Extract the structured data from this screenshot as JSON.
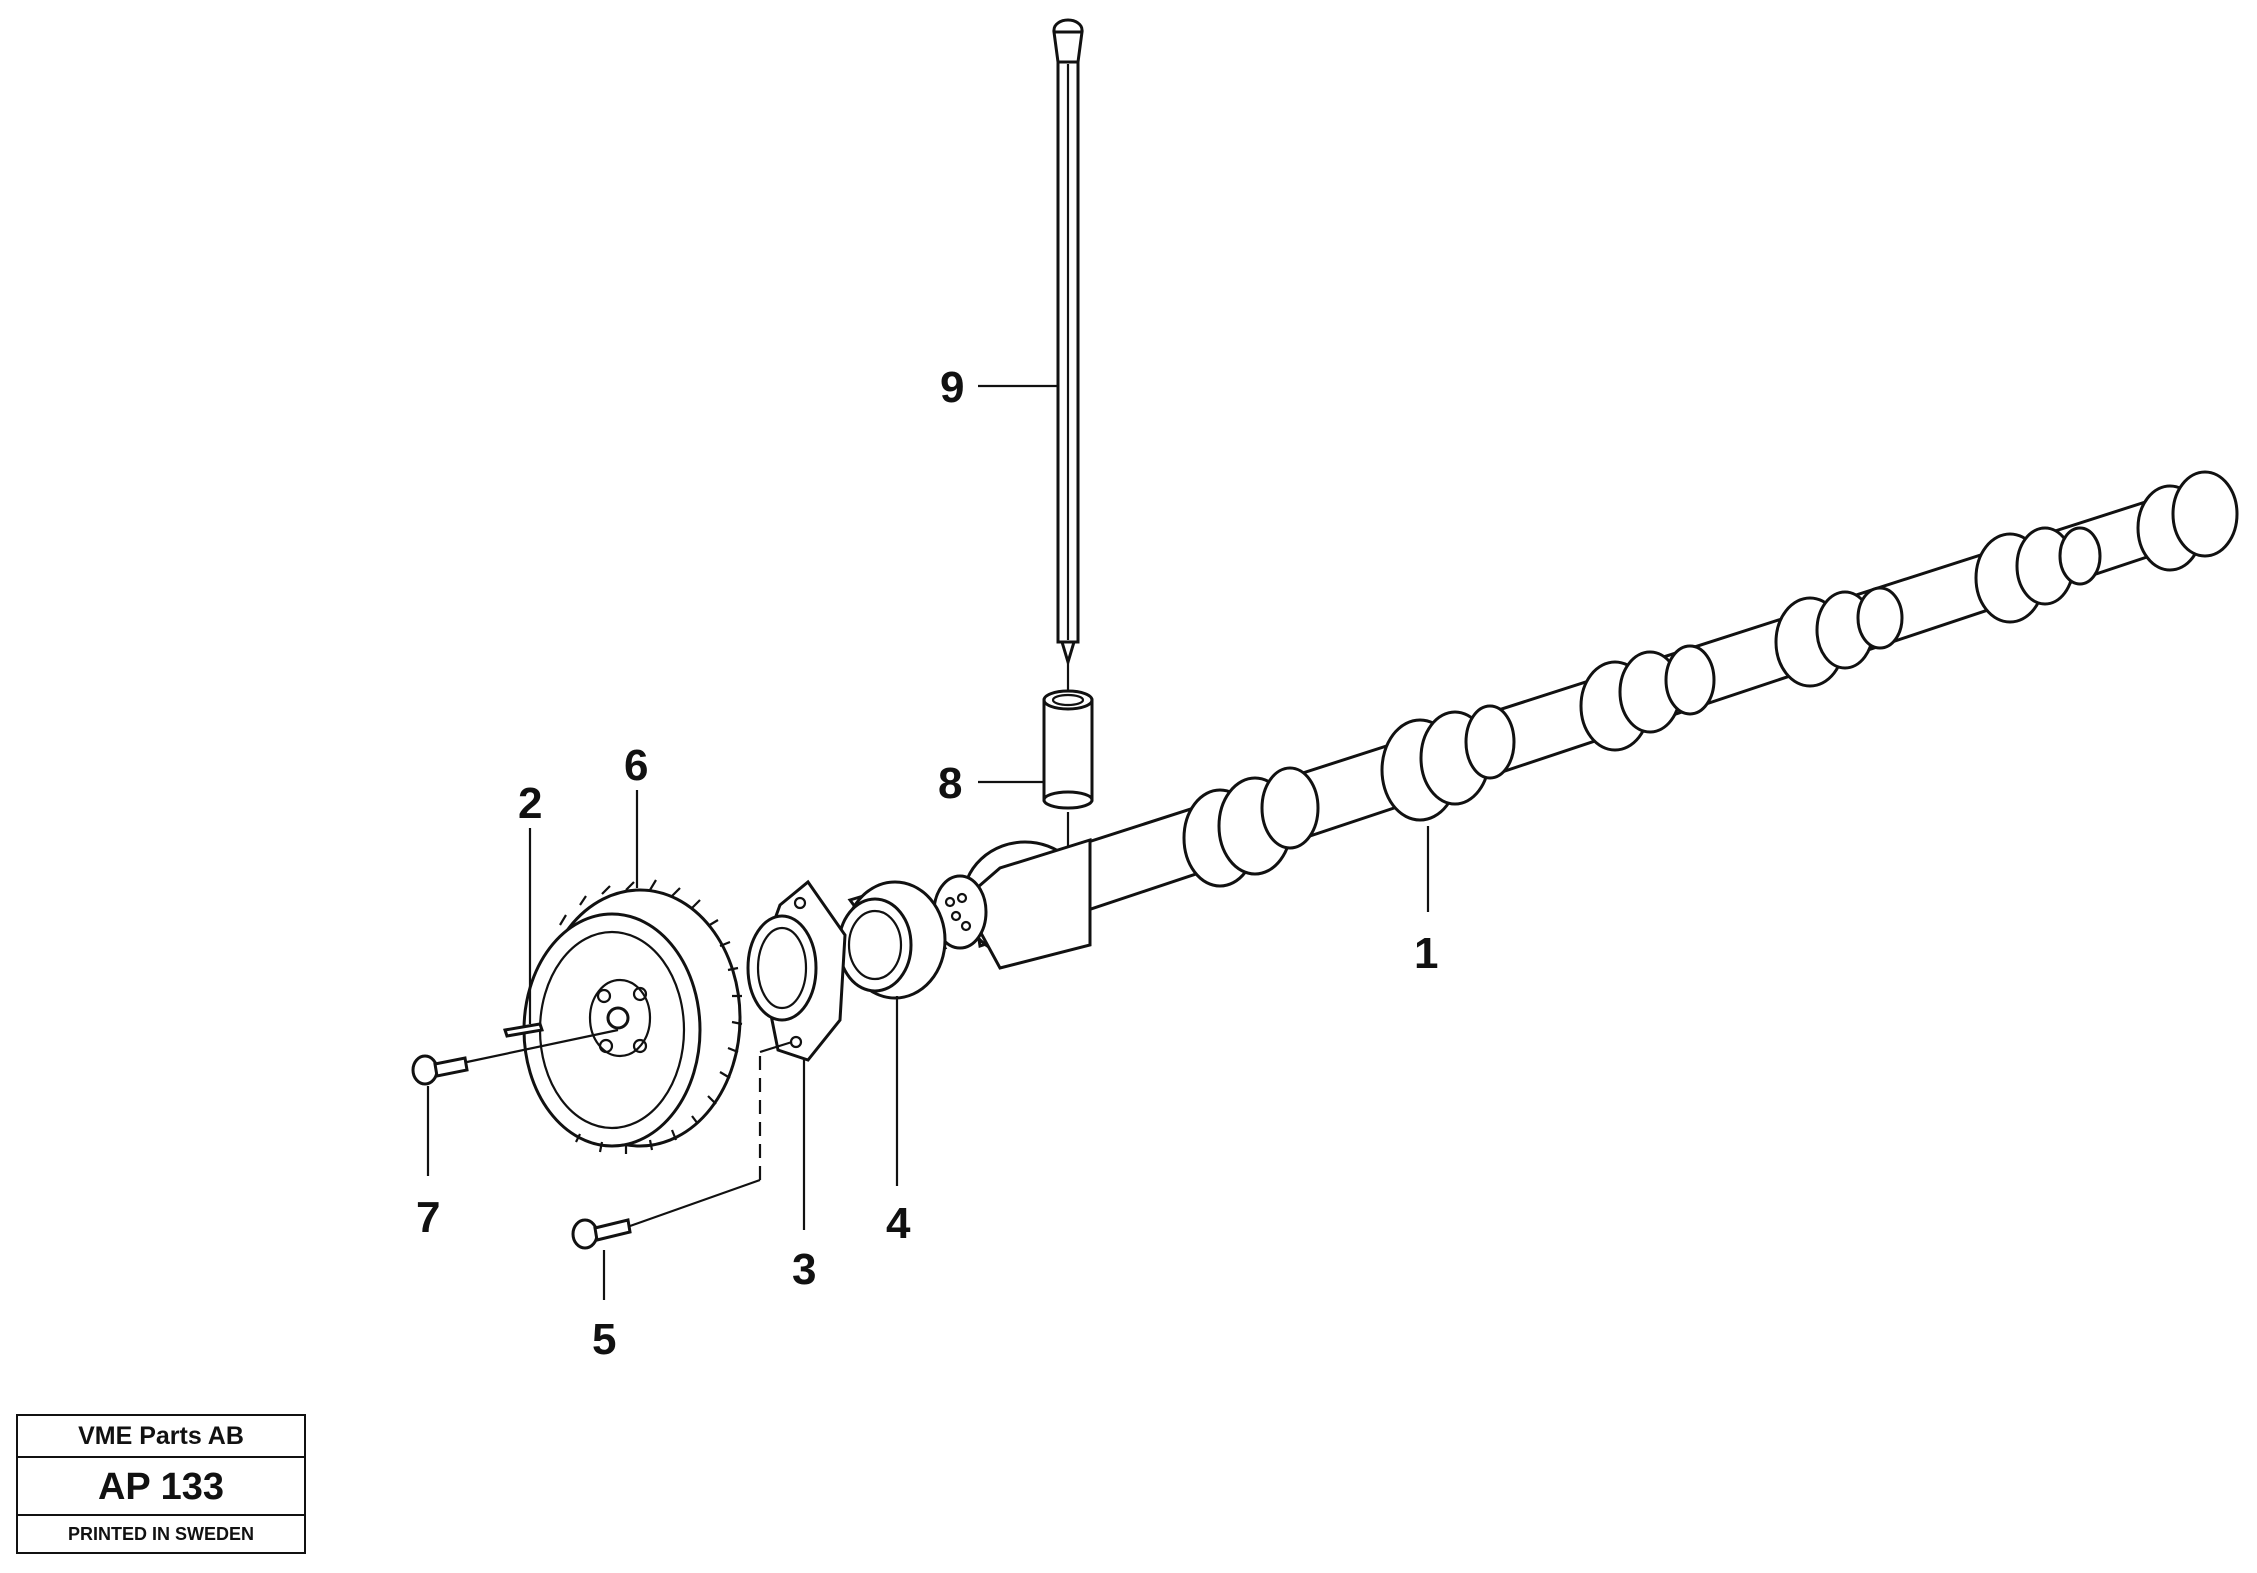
{
  "callouts": [
    {
      "id": "1",
      "label": "1"
    },
    {
      "id": "2",
      "label": "2"
    },
    {
      "id": "3",
      "label": "3"
    },
    {
      "id": "4",
      "label": "4"
    },
    {
      "id": "5",
      "label": "5"
    },
    {
      "id": "6",
      "label": "6"
    },
    {
      "id": "7",
      "label": "7"
    },
    {
      "id": "8",
      "label": "8"
    },
    {
      "id": "9",
      "label": "9"
    }
  ],
  "title_block": {
    "company": "VME Parts AB",
    "code": "AP 133",
    "printed": "PRINTED IN SWEDEN"
  },
  "colors": {
    "ink": "#111111",
    "paper": "#ffffff"
  }
}
